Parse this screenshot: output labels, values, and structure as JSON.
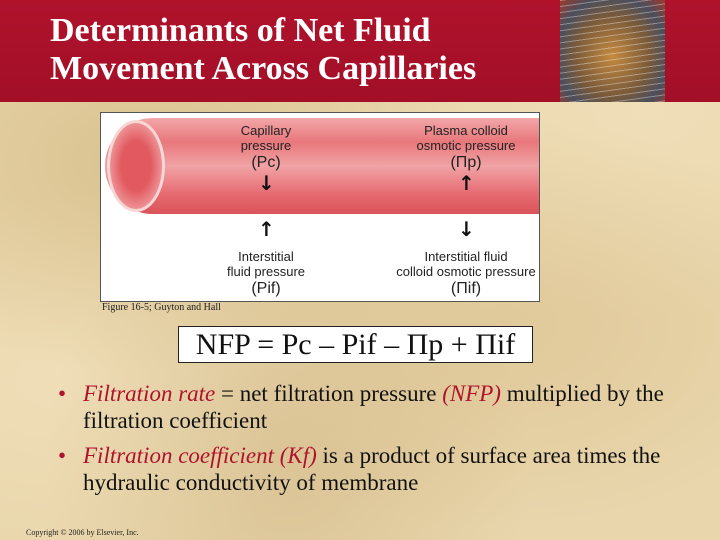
{
  "header": {
    "title_line1": "Determinants of Net Fluid",
    "title_line2": "Movement Across Capillaries",
    "background_color": "#a8102a"
  },
  "figure": {
    "capillary_pressure": {
      "line1": "Capillary",
      "line2": "pressure",
      "symbol": "(Pc)"
    },
    "plasma_colloid": {
      "line1": "Plasma colloid",
      "line2": "osmotic pressure",
      "symbol": "(Πp)"
    },
    "interstitial_pressure": {
      "line1": "Interstitial",
      "line2": "fluid pressure",
      "symbol": "(Pif)"
    },
    "interstitial_colloid": {
      "line1": "Interstitial fluid",
      "line2": "colloid osmotic pressure",
      "symbol": "(Πif)"
    },
    "caption": "Figure 16-5; Guyton and Hall"
  },
  "equation": "NFP = Pc – Pif – Πp + Πif",
  "bullets": [
    {
      "italic": "Filtration rate",
      "text": " = net filtration pressure ",
      "italic2": "(NFP)",
      "text2": " multiplied by the filtration coefficient"
    },
    {
      "italic": "Filtration coefficient (Kf)",
      "text": " is a product of surface area times the hydraulic conductivity of membrane"
    }
  ],
  "footer": {
    "copyright": "Copyright © 2006 by Elsevier, Inc."
  }
}
